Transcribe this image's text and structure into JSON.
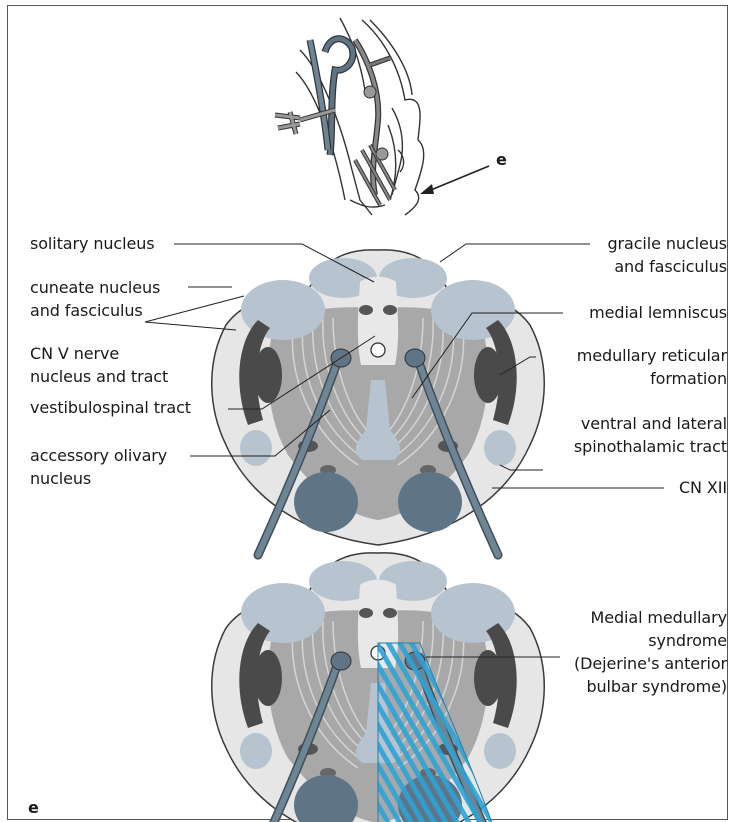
{
  "figure_label": "e",
  "sketch_arrow_label": "e",
  "labels": {
    "solitary_nucleus": "solitary nucleus",
    "cuneate_line1": "cuneate nucleus",
    "cuneate_line2": "and fasciculus",
    "cnv_line1": "CN V nerve",
    "cnv_line2": "nucleus and tract",
    "vestibulospinal": "vestibulospinal tract",
    "accessory_line1": "accessory olivary",
    "accessory_line2": "nucleus",
    "gracile_line1": "gracile nucleus",
    "gracile_line2": "and fasciculus",
    "medial_lemniscus": "medial lemniscus",
    "reticular_line1": "medullary reticular",
    "reticular_line2": "formation",
    "spinothalamic_line1": "ventral and lateral",
    "spinothalamic_line2": "spinothalamic tract",
    "cn_xii": "CN XII"
  },
  "syndrome": {
    "line1": "Medial medullary",
    "line2": "syndrome",
    "line3": "(Dejerine's anterior",
    "line4": "bulbar syndrome)"
  },
  "colors": {
    "outline": "#3a3a3a",
    "outer": "#e8e8e8",
    "inner": "#a9a9a9",
    "dark": "#4a4a4a",
    "pale_blue": "#b7c3cf",
    "slate": "#5f7585",
    "highlight": "#2ba3d8"
  }
}
